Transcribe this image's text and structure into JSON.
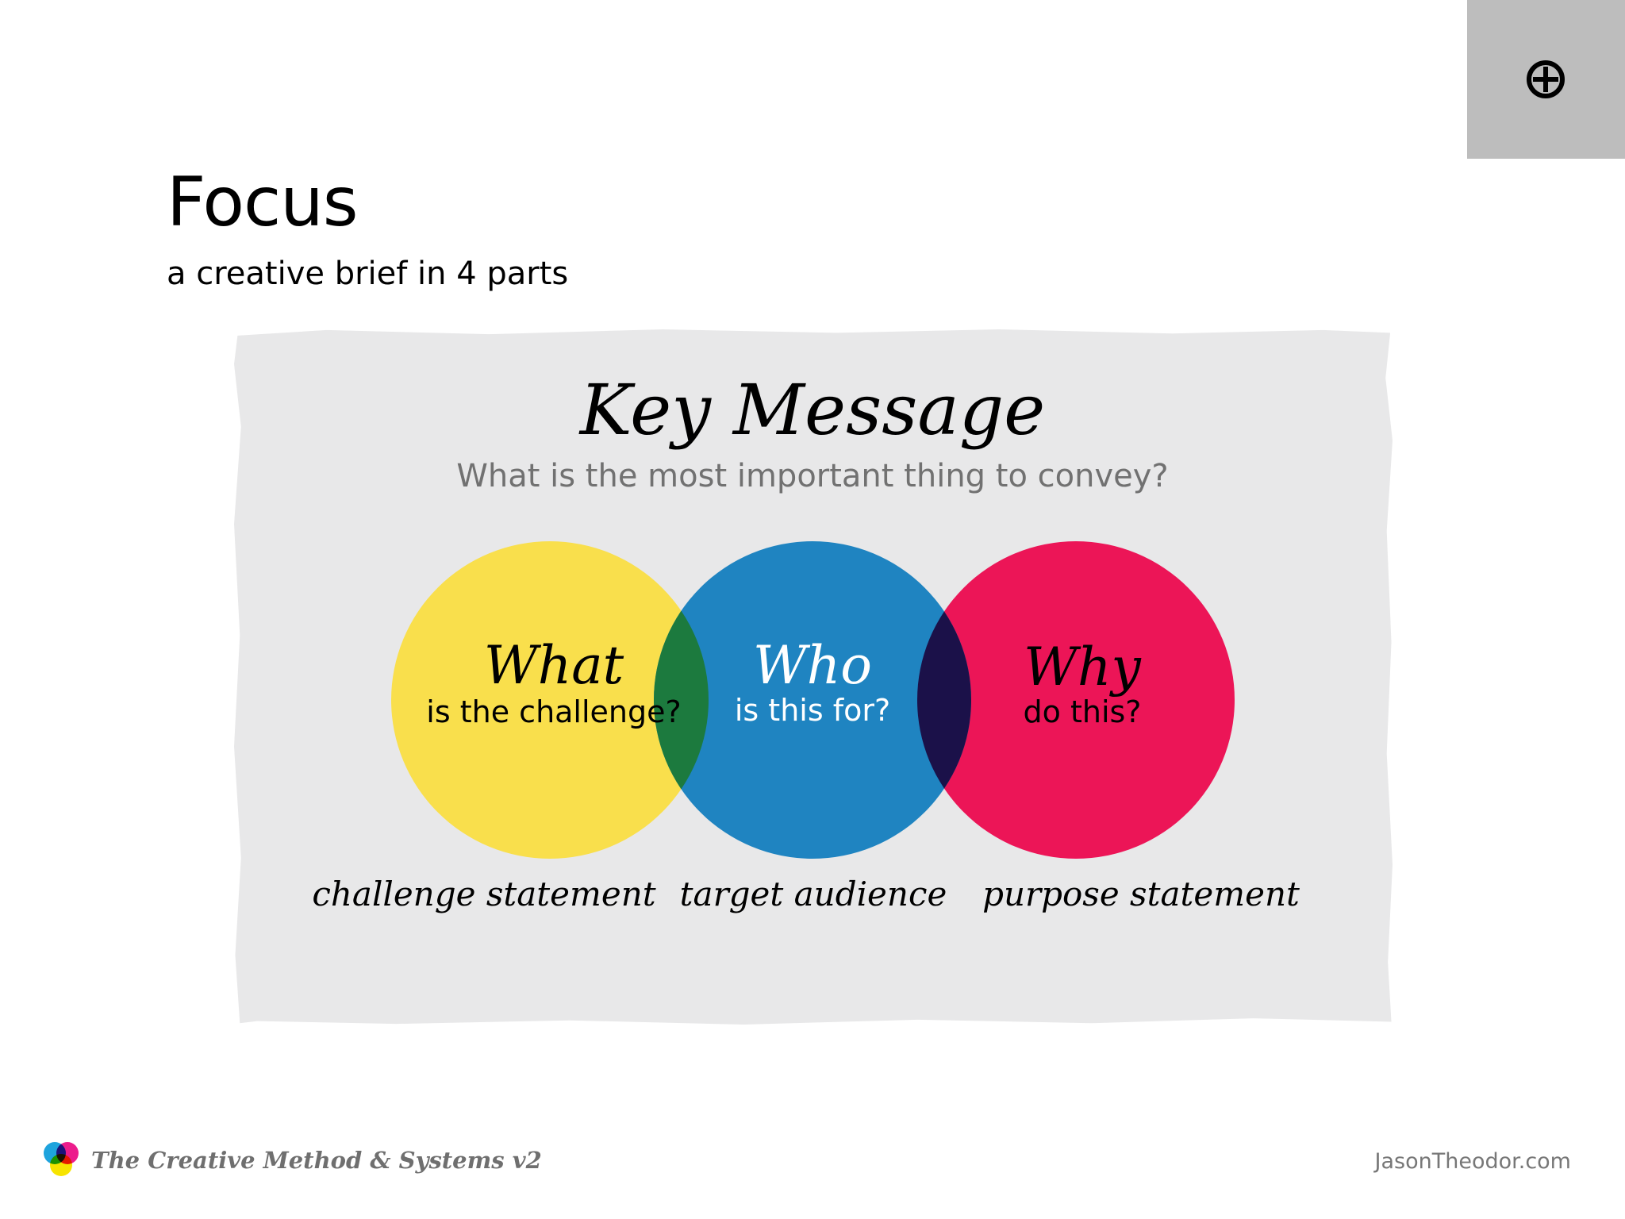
{
  "slide": {
    "title": "Focus",
    "subtitle": "a creative brief in 4 parts"
  },
  "key_message": {
    "heading": "Key Message",
    "question": "What is the most important thing to convey?"
  },
  "circles": [
    {
      "heading": "What",
      "subheading": "is the challenge?",
      "caption": "challenge statement",
      "color": "#f9df4c",
      "text_color": "#000000"
    },
    {
      "heading": "Who",
      "subheading": "is this for?",
      "caption": "target audience",
      "color": "#1f84c1",
      "text_color": "#ffffff"
    },
    {
      "heading": "Why",
      "subheading": "do this?",
      "caption": "purpose statement",
      "color": "#ec1557",
      "text_color": "#000000"
    }
  ],
  "overlaps": {
    "what_who": "#1c7a3e",
    "who_why": "#1b1149"
  },
  "footer": {
    "series_title": "The Creative Method & Systems v2",
    "site": "JasonTheodor.com"
  },
  "icons": {
    "corner": "crosshair-plus-icon",
    "footer": "cmy-logo-icon"
  },
  "colors": {
    "panel": "#e8e8e9",
    "corner_tab": "#bdbdbd"
  }
}
